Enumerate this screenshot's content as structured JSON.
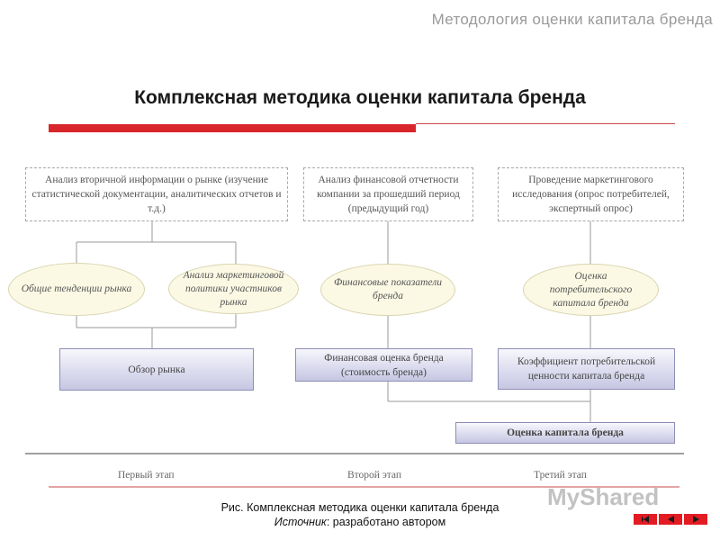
{
  "header": {
    "title": "Методология оценки капитала бренда"
  },
  "title": "Комплексная методика оценки капитала бренда",
  "sources": [
    "Анализ вторичной информации о рынке (изучение статистической документации, аналитических отчетов и т.д.)",
    "Анализ финансовой отчетности компании за прошедший период (предыдущий год)",
    "Проведение маркетингового исследования (опрос потребителей, экспертный опрос)"
  ],
  "factors": [
    "Общие тенденции рынка",
    "Анализ маркетинговой политики участников рынка",
    "Финансовые показатели бренда",
    "Оценка потребительского капитала бренда"
  ],
  "results": [
    "Обзор рынка",
    "Финансовая оценка бренда (стоимость бренда)",
    "Коэффициент потребительской ценности капитала бренда"
  ],
  "final": "Оценка капитала бренда",
  "stages": [
    "Первый этап",
    "Второй этап",
    "Третий этап"
  ],
  "caption": {
    "line1": "Рис. Комплексная методика оценки капитала бренда",
    "source_label": "Источник",
    "source_text": ": разработано автором"
  },
  "watermark": "MyShared",
  "nav": {
    "icons": [
      "first-slide-icon",
      "previous-slide-icon",
      "next-slide-icon"
    ],
    "color": "#e31c24"
  },
  "colors": {
    "accent_red": "#d8262b",
    "ellipse_fill": "#fbf9e4",
    "box_gradient_end": "#c6c6e2"
  }
}
